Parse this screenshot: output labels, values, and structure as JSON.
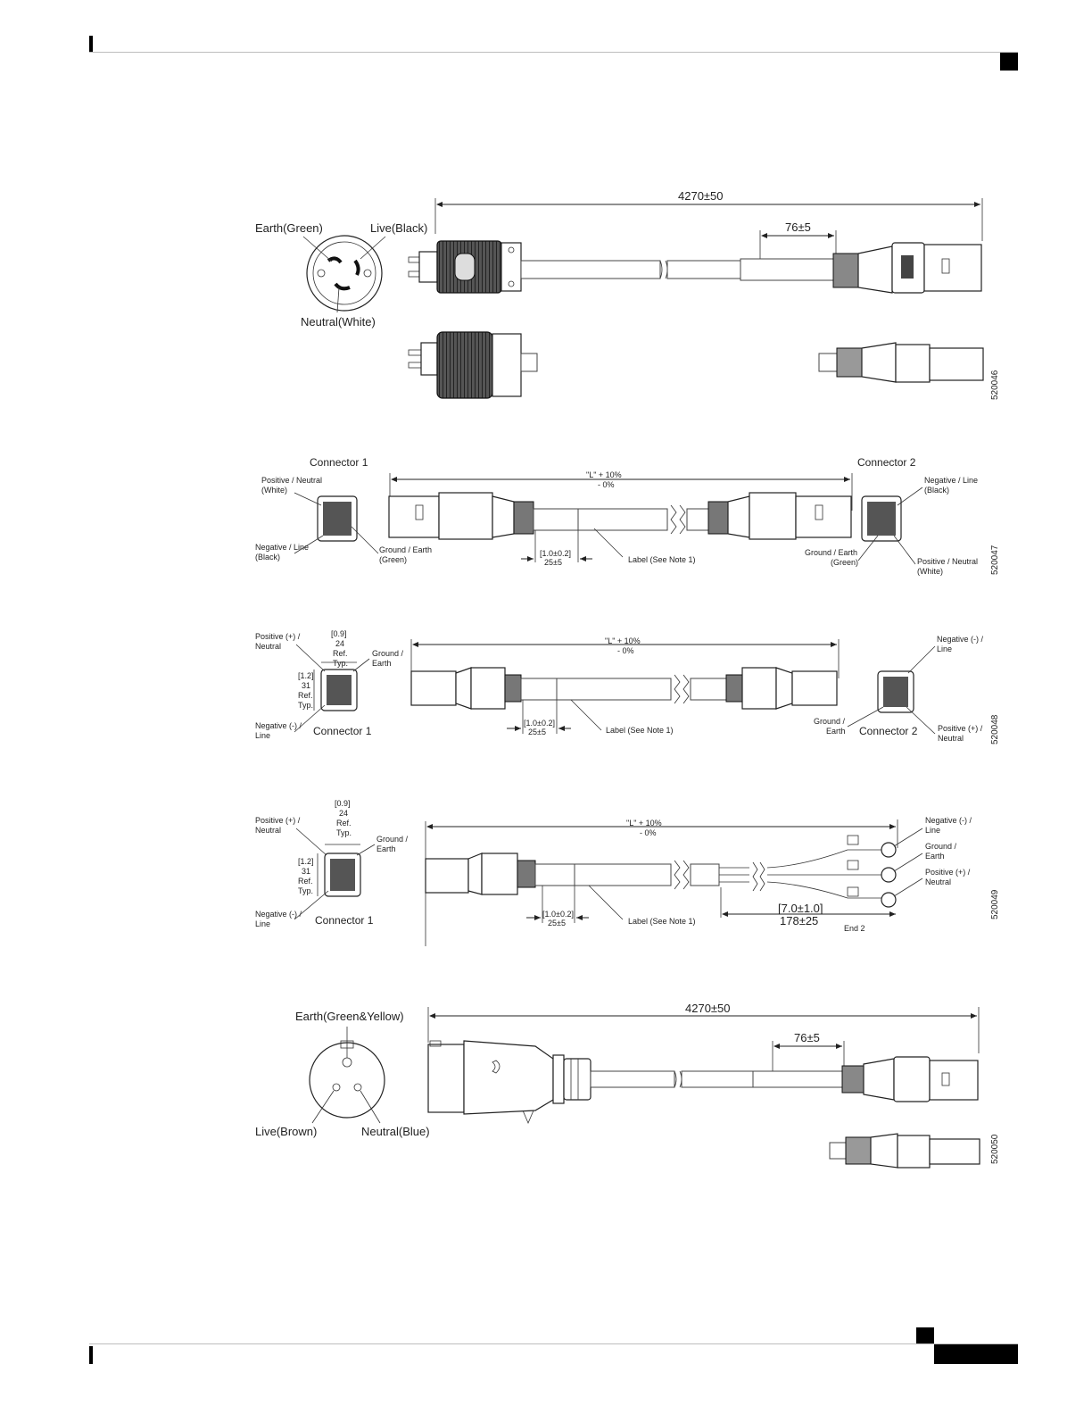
{
  "fig1": {
    "overall_length": "4270±50",
    "sleeve_length": "76±5",
    "earth_label": "Earth(Green)",
    "live_label": "Live(Black)",
    "neutral_label": "Neutral(White)",
    "id": "520046"
  },
  "fig2": {
    "connector1": "Connector 1",
    "connector2": "Connector 2",
    "length": "\"L\" + 10%",
    "length_tol": "-   0%",
    "pos_neutral_a": "Positive / Neutral",
    "white_a": "(White)",
    "neg_line_a": "Negative / Line",
    "black_a": "(Black)",
    "ground_a": "Ground / Earth",
    "green_a": "(Green)",
    "neg_line_b": "Negative / Line",
    "black_b": "(Black)",
    "ground_b": "Ground / Earth",
    "green_b": "(Green)",
    "pos_neutral_b": "Positive / Neutral",
    "white_b": "(White)",
    "dim_in": "[1.0±0.2]",
    "dim_mm": "25±5",
    "label_note": "Label (See Note 1)",
    "id": "520047"
  },
  "fig3": {
    "pos_neutral": "Positive (+) /",
    "neutral": "Neutral",
    "d09": "[0.9]",
    "d24": "24",
    "ref": "Ref.",
    "typ": "Typ.",
    "ground": "Ground /",
    "earth": "Earth",
    "d12": "[1.2]",
    "d31": "31",
    "neg": "Negative (-) /",
    "line": "Line",
    "connector1": "Connector 1",
    "length": "\"L\" + 10%",
    "length_tol": "-   0%",
    "dim_in": "[1.0±0.2]",
    "dim_mm": "25±5",
    "label_note": "Label (See Note 1)",
    "neg_b": "Negative (-) /",
    "line_b": "Line",
    "ground_b": "Ground /",
    "earth_b": "Earth",
    "connector2": "Connector 2",
    "pos_b": "Positive (+) /",
    "neutral_b": "Neutral",
    "id": "520048"
  },
  "fig4": {
    "pos_neutral": "Positive (+) /",
    "neutral": "Neutral",
    "d09": "[0.9]",
    "d24": "24",
    "ref": "Ref.",
    "typ": "Typ.",
    "ground": "Ground /",
    "earth": "Earth",
    "d12": "[1.2]",
    "d31": "31",
    "neg": "Negative (-) /",
    "line": "Line",
    "connector1": "Connector 1",
    "length": "\"L\" + 10%",
    "length_tol": "-   0%",
    "dim_in": "[1.0±0.2]",
    "dim_mm": "25±5",
    "label_note": "Label (See Note 1)",
    "end_in": "[7.0±1.0]",
    "end_mm": "178±25",
    "end2": "End 2",
    "neg_b": "Negative (-) /",
    "line_b": "Line",
    "ground_b": "Ground /",
    "earth_b": "Earth",
    "pos_b": "Positive (+) /",
    "neutral_b": "Neutral",
    "id": "520049"
  },
  "fig5": {
    "overall_length": "4270±50",
    "sleeve_length": "76±5",
    "earth_label": "Earth(Green&Yellow)",
    "live_label": "Live(Brown)",
    "neutral_label": "Neutral(Blue)",
    "id": "520050"
  }
}
